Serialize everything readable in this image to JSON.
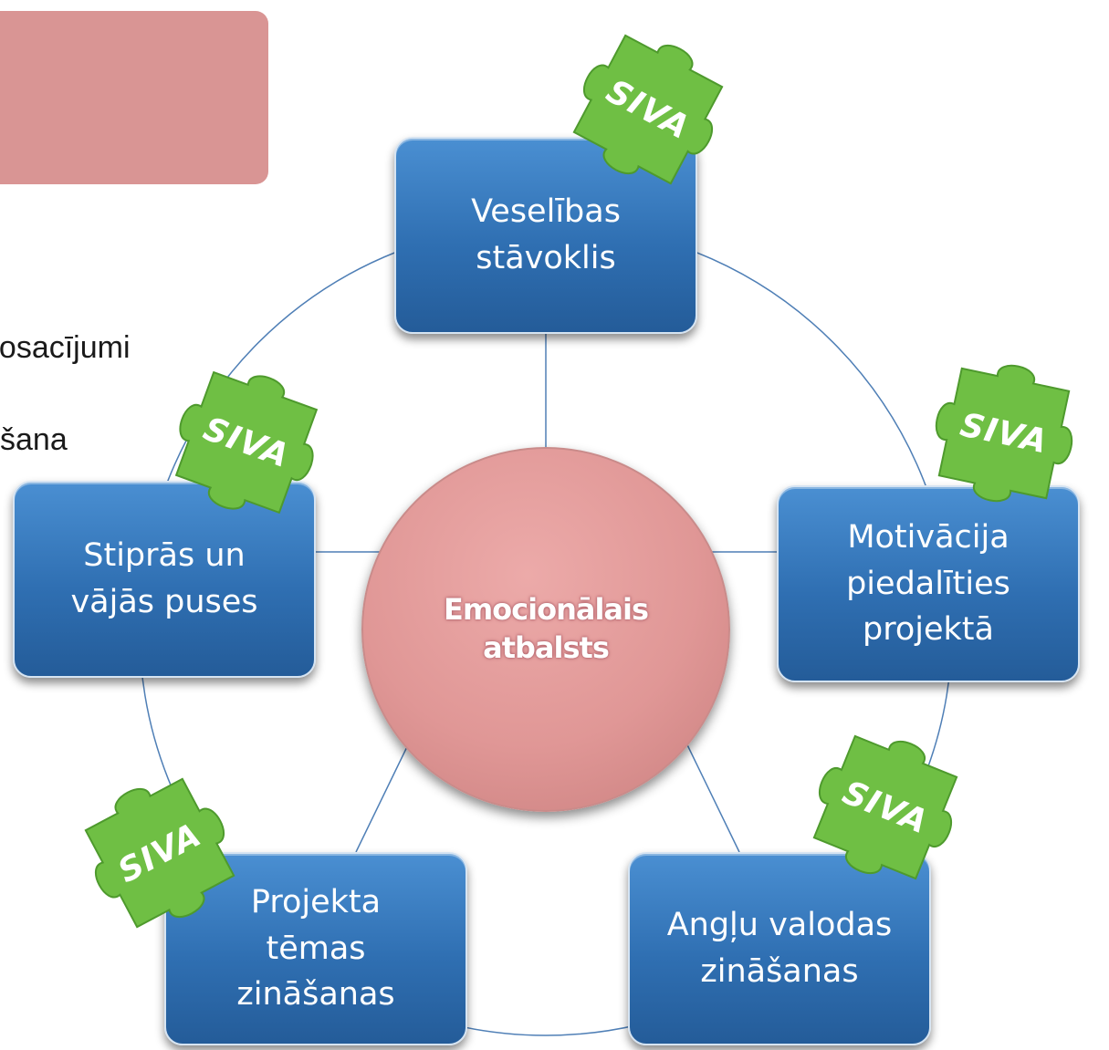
{
  "background": {
    "partial_text_1": "nosacījumi",
    "partial_text_2": "šana"
  },
  "center": {
    "label": "Emocionālais\natbalsts"
  },
  "nodes": [
    {
      "label": "Veselības\nstāvoklis"
    },
    {
      "label": "Motivācija\npiedalīties\nprojektā"
    },
    {
      "label": "Stiprās un\nvājās  puses"
    },
    {
      "label": "Projekta\ntēmas\nzināšanas"
    },
    {
      "label": "Angļu valodas\nzināšanas"
    }
  ],
  "puzzle_label": "SIVA",
  "colors": {
    "node_blue": "#2f6fb2",
    "center_pink": "#e09796",
    "banner_pink": "#d99594",
    "puzzle_green": "#6fbf44",
    "connector": "#4f7fb6"
  }
}
